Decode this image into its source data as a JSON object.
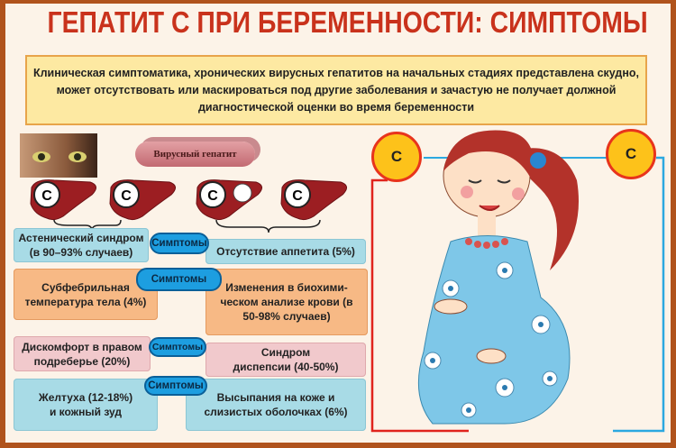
{
  "title": "ГЕПАТИТ С ПРИ БЕРЕМЕННОСТИ: СИМПТОМЫ",
  "intro": "Клиническая симптоматика, хронических вирусных гепатитов на начальных стадиях представлена скудно, может отсутствовать или маскироваться под другие заболевания и зачастую не получает должной диагностической оценки во время беременности",
  "viral_hepatitis_label": "Вирусный гепатит",
  "liver_letter": "С",
  "symptoms_label": "Симптомы",
  "rows": [
    {
      "color": "#a8dbe6",
      "left": "Астенический синдром (в 90–93% случаев)",
      "right": "Отсутствие аппетита (5%)"
    },
    {
      "color": "#f7b985",
      "left": "Субфебрильная температура тела (4%)",
      "right": "Изменения в биохими-ческом анализе крови (в 50-98%  случаев)"
    },
    {
      "color": "#f1c9cc",
      "left": "Дискомфорт в правом подреберье (20%)",
      "right": "Синдром диспепсии (40-50%)"
    },
    {
      "color": "#a8dbe6",
      "left": "Желтуха (12-18%) и кожный зуд",
      "right": "Высыпания на коже и слизистых оболочках (6%)"
    }
  ],
  "circle_left": "С",
  "circle_right": "С"
}
